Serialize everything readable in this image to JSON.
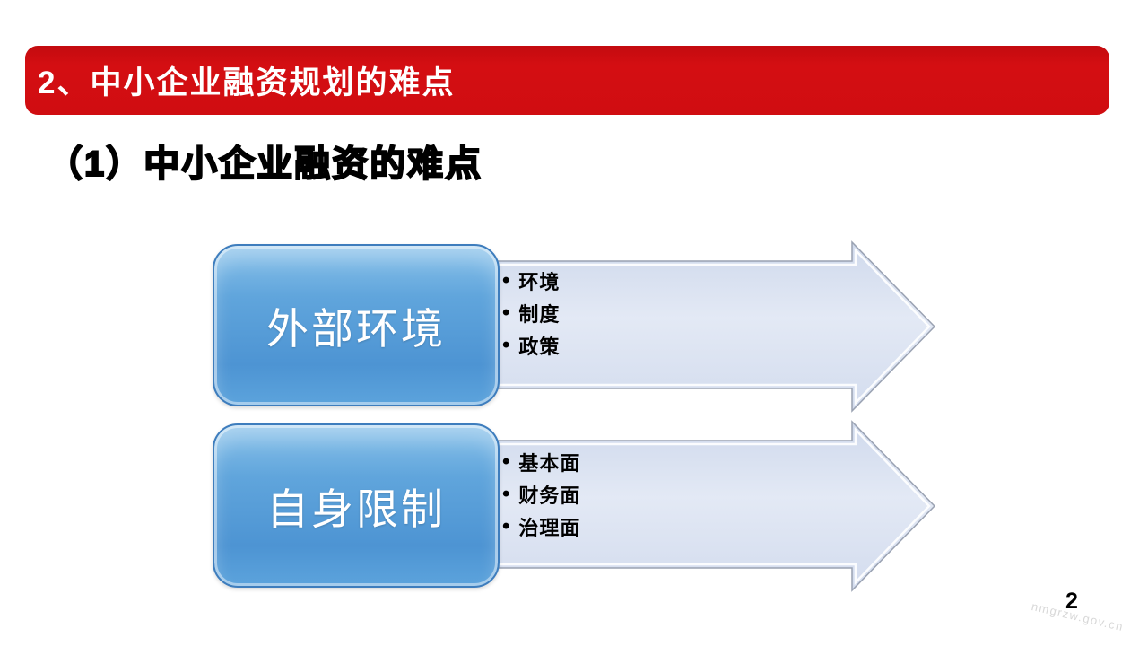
{
  "banner": {
    "title": "2、中小企业融资规划的难点",
    "bg_color": "#D00D11",
    "text_color": "#FFFFFF"
  },
  "subtitle": {
    "text": "（1）中小企业融资的难点"
  },
  "diagram": {
    "type": "horizontal-arrow-process",
    "rows": [
      {
        "box_label": "外部环境",
        "bullets": [
          "环境",
          "制度",
          "政策"
        ]
      },
      {
        "box_label": "自身限制",
        "bullets": [
          "基本面",
          "财务面",
          "治理面"
        ]
      }
    ],
    "colors": {
      "box_fill": "#5B9FD8",
      "box_border": "#3E7DBD",
      "box_text": "#FFFFFF",
      "arrow_fill": "#DCE3F1",
      "arrow_border": "#9AA2B2",
      "bullet_text": "#000000"
    }
  },
  "footer": {
    "page_number": "2",
    "watermark": "nmgrzw.gov.cn"
  }
}
